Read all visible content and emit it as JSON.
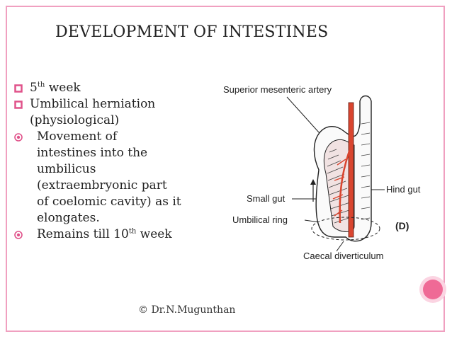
{
  "slide": {
    "title": "DEVELOPMENT OF INTESTINES",
    "footer": "© Dr.N.Mugunthan"
  },
  "bullets": [
    {
      "pre": "5",
      "sup": "th",
      "post": " week"
    },
    {
      "line1": "Umbilical herniation",
      "line2": "(physiological)"
    },
    {
      "lines": [
        "Movement of",
        "intestines into the",
        "umbilicus",
        "(extraembryonic part",
        "of coelomic cavity) as it",
        "elongates."
      ]
    },
    {
      "pre": "Remains till 10",
      "sup": "th",
      "post": " week"
    }
  ],
  "figure": {
    "labels": {
      "superior_mesenteric_artery": "Superior mesenteric artery",
      "small_gut": "Small gut",
      "hind_gut": "Hind gut",
      "umbilical_ring": "Umbilical ring",
      "panel": "(D)",
      "caecal_diverticulum": "Caecal diverticulum"
    }
  },
  "colors": {
    "border": "#f0a0c0",
    "bullet_marker": "#e0528a",
    "accent_dot": "#ef6a96",
    "artery": "#d9452f"
  },
  "icons": {
    "bullet_square": "hollow-square-bullet",
    "bullet_target": "target-circle-bullet"
  }
}
